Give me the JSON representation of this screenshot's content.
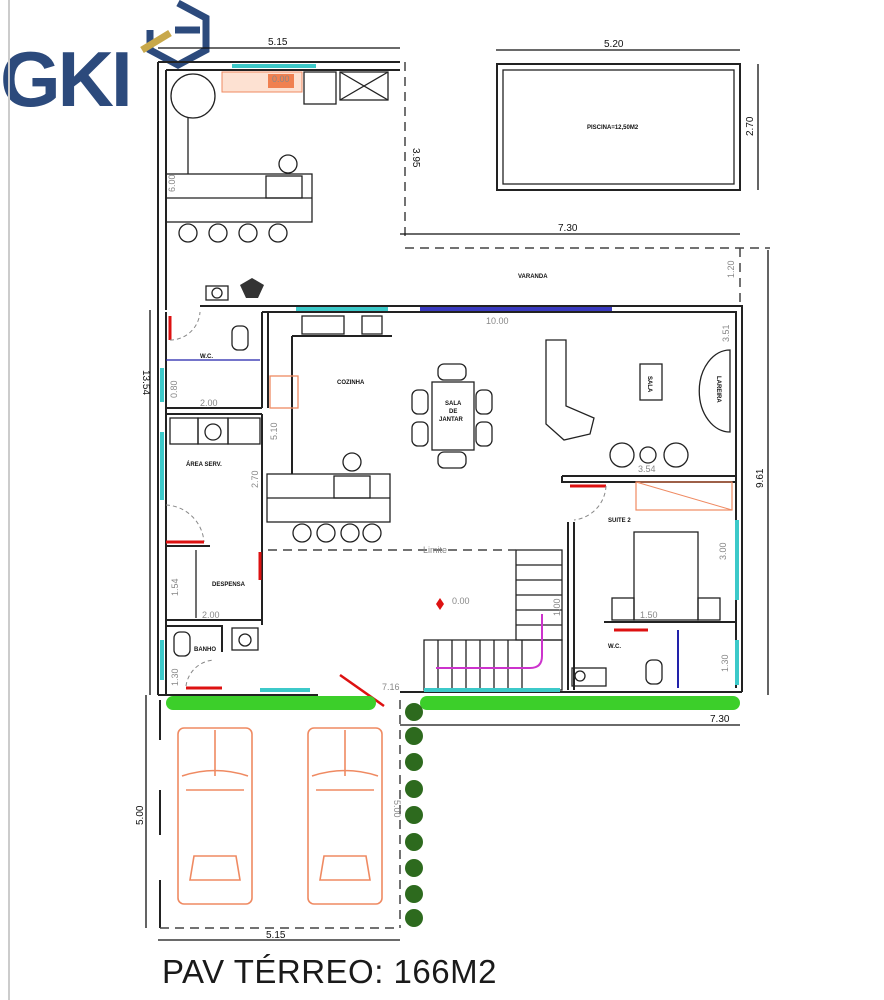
{
  "logo": {
    "text": "GKI",
    "color": "#2c4a7c",
    "accent": "#c8a84a"
  },
  "title": "PAV TÉRREO: 166M2",
  "rooms": {
    "pool": "PISCINA=12,50M2",
    "veranda": "VARANDA",
    "kitchen": "COZINHA",
    "dining_1": "SALA",
    "dining_2": "DE",
    "dining_3": "JANTAR",
    "living": "SALA",
    "fireplace": "LAREIRA",
    "suite": "SUITE 2",
    "wc_left": "W.C.",
    "wc_right": "W.C.",
    "service": "ÁREA SERV.",
    "pantry": "DESPENSA",
    "bathroom": "BANHO",
    "limit": "Limite"
  },
  "dimensions": {
    "top_left_width": "5.15",
    "pool_width": "5.20",
    "pool_height": "2.70",
    "gourmet_depth": "3.95",
    "veranda_width": "7.30",
    "veranda_depth": "1.20",
    "house_width": "10.00",
    "living_depth": "3.51",
    "right_total": "9.61",
    "left_total": "13.54",
    "wc_width": "2.00",
    "wc_depth": "0.80",
    "kitchen_depth": "5.10",
    "service_depth": "2.70",
    "bar_len": "6.00",
    "pantry_depth": "1.54",
    "pantry_width": "2.00",
    "bath_depth": "1.30",
    "entry_width": "7.16",
    "floor_level": "0.00",
    "sink_level": "0.00",
    "living_width": "3.54",
    "suite_depth": "3.00",
    "bed_width": "1.50",
    "wc2_depth": "1.30",
    "front_width": "7.30",
    "garage_depth": "5.00",
    "garden_depth": "5.00",
    "garage_width": "5.15",
    "stairs": "1.00"
  },
  "colors": {
    "window": "#3cc9c9",
    "door": "#dd1111",
    "car": "#ef8a62",
    "hedge": "#3ccf2a",
    "glass": "#3a3ac0"
  }
}
